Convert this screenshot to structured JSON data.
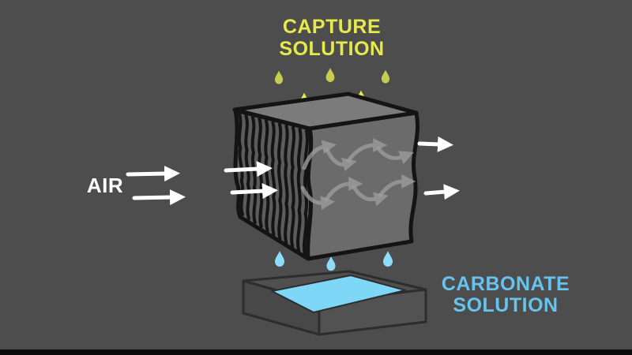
{
  "labels": {
    "capture": {
      "line1": "CAPTURE",
      "line2": "SOLUTION"
    },
    "air": "AIR",
    "carbonate": {
      "line1": "CARBONATE",
      "line2": "SOLUTION"
    }
  },
  "colors": {
    "background": "#4d4d4d",
    "capture_text": "#e7e94a",
    "air_text": "#ffffff",
    "carbonate_text": "#66c3ee",
    "capture_droplet": "#eef04a",
    "capture_droplet_back": "#c5cd50",
    "carbonate_droplet": "#8edcf9",
    "solution_pool": "#7fd7f7",
    "cube_top": "#7b7b7b",
    "cube_front": "#6b6b6b",
    "cube_side": "#5c5c5c",
    "flow_arrow": "#9e9e9e"
  },
  "icons": {
    "capture_droplets": "droplet-icon",
    "carbonate_droplets": "droplet-icon",
    "air_flow": "arrow-right-icon"
  }
}
